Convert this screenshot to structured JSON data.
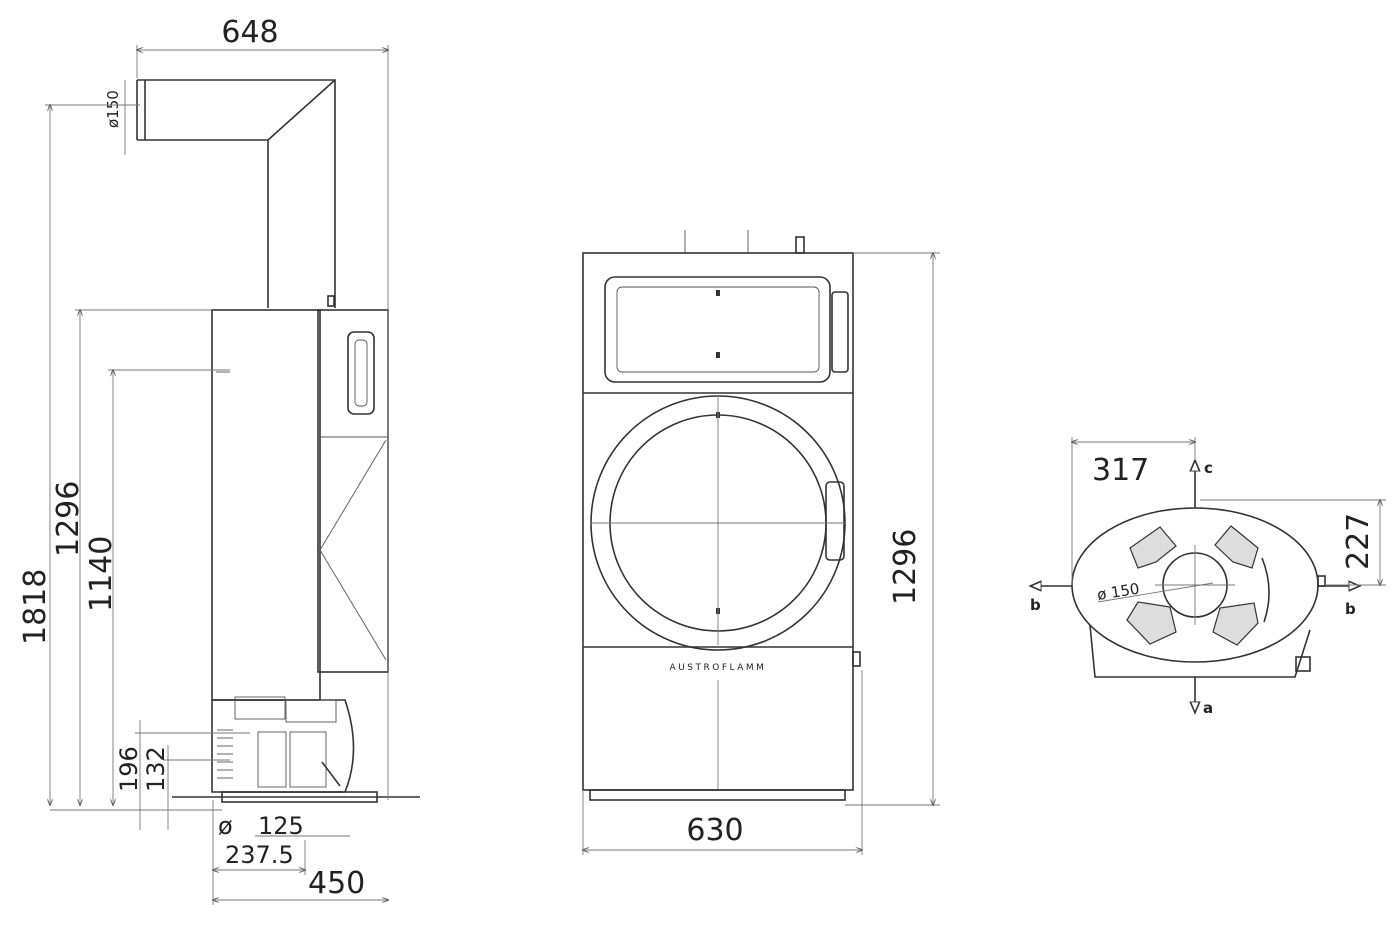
{
  "side_view": {
    "width_top": "648",
    "flue_diameter": "ø150",
    "height_total": "1818",
    "height_body": "1296",
    "height_inlet": "1140",
    "height_196": "196",
    "height_132": "132",
    "air_diameter_symbol": "ø",
    "air_diameter": "125",
    "depth_offset": "237.5",
    "depth": "450"
  },
  "front_view": {
    "brand_logo": "AUSTROFLAMM",
    "height": "1296",
    "width": "630"
  },
  "top_view": {
    "offset_317": "317",
    "offset_227": "227",
    "flue_diameter": "ø 150",
    "axis_top": "c",
    "axis_bottom": "a",
    "axis_left": "b",
    "axis_right": "b"
  }
}
